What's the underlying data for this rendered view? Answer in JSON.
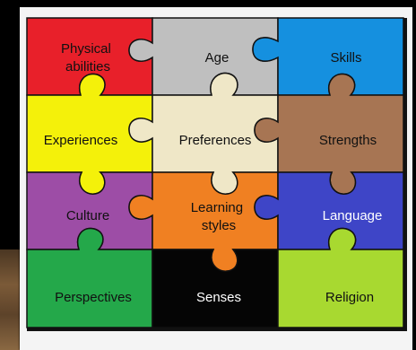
{
  "puzzle": {
    "pieces": [
      {
        "label": "Physical\nabilities",
        "line1": "Physical",
        "line2": "abilities",
        "color": "#e8202a"
      },
      {
        "label": "Age",
        "color": "#bfbfbf"
      },
      {
        "label": "Skills",
        "color": "#1590df"
      },
      {
        "label": "Experiences",
        "color": "#f4f10a"
      },
      {
        "label": "Preferences",
        "color": "#efe7c7"
      },
      {
        "label": "Strengths",
        "color": "#a77553"
      },
      {
        "label": "Culture",
        "color": "#9d4da6"
      },
      {
        "label": "Learning\nstyles",
        "line1": "Learning",
        "line2": "styles",
        "color": "#f08022"
      },
      {
        "label": "Language",
        "color": "#3e45c7"
      },
      {
        "label": "Perspectives",
        "color": "#24a84a"
      },
      {
        "label": "Senses",
        "color": "#050505"
      },
      {
        "label": "Religion",
        "color": "#a8d930"
      }
    ]
  }
}
